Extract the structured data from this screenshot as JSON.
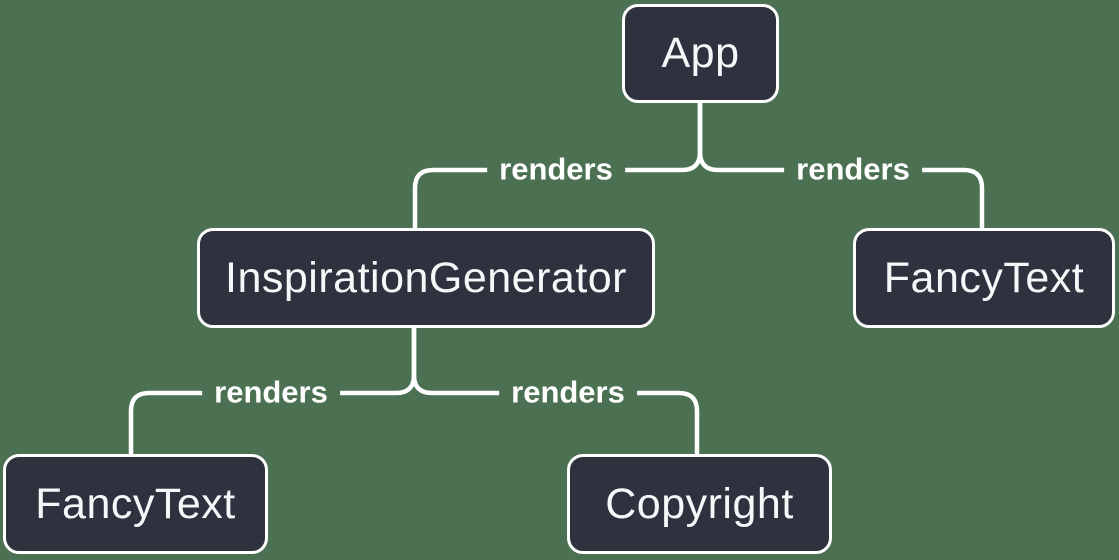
{
  "diagram_type": "tree",
  "colors": {
    "background": "#4b7152",
    "node_fill": "#2d323e",
    "node_border": "#ffffff",
    "node_text": "#f6f7f9",
    "edge_line": "#ffffff",
    "edge_label_text": "#ffffff"
  },
  "nodes": [
    {
      "label": "App"
    },
    {
      "label": "InspirationGenerator"
    },
    {
      "label": "FancyText"
    },
    {
      "label": "FancyText"
    },
    {
      "label": "Copyright"
    }
  ],
  "edges": [
    {
      "from": "App",
      "to": "InspirationGenerator",
      "label": "renders"
    },
    {
      "from": "App",
      "to": "FancyText",
      "label": "renders"
    },
    {
      "from": "InspirationGenerator",
      "to": "FancyText",
      "label": "renders"
    },
    {
      "from": "InspirationGenerator",
      "to": "Copyright",
      "label": "renders"
    }
  ]
}
